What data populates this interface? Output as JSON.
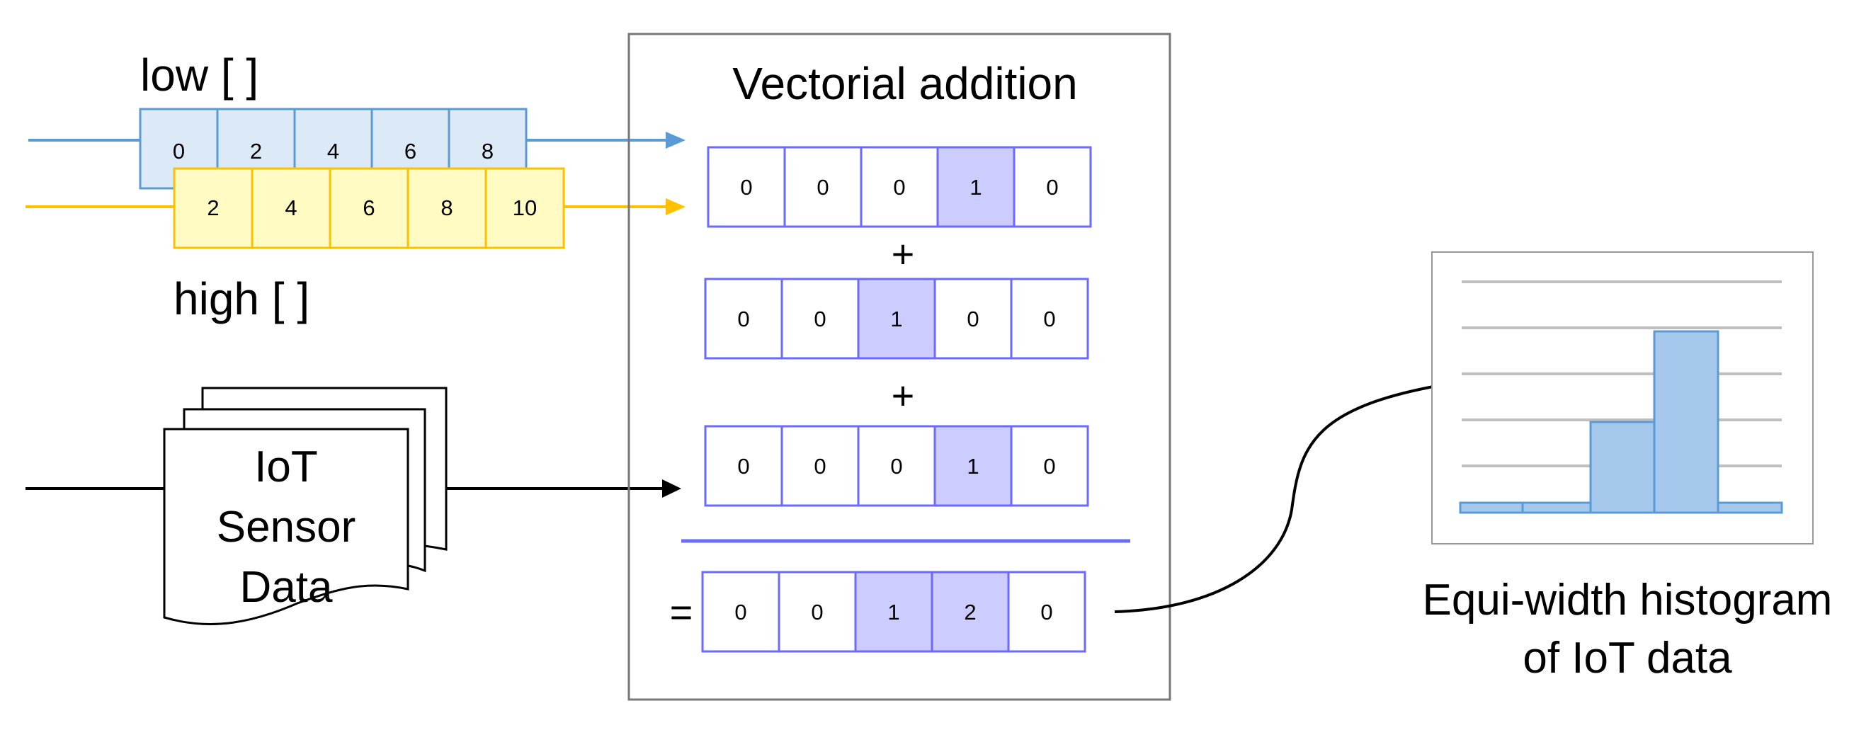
{
  "low": {
    "label": "low [ ]",
    "cells": [
      "0",
      "2",
      "4",
      "6",
      "8"
    ]
  },
  "high": {
    "label": "high [ ]",
    "cells": [
      "2",
      "4",
      "6",
      "8",
      "10"
    ]
  },
  "sensor": {
    "lines": [
      "IoT",
      "Sensor",
      "Data"
    ]
  },
  "addition": {
    "title": "Vectorial addition",
    "plus": "+",
    "equals": "=",
    "rows": [
      {
        "cells": [
          "0",
          "0",
          "0",
          "1",
          "0"
        ],
        "highlight": [
          3
        ]
      },
      {
        "cells": [
          "0",
          "0",
          "1",
          "0",
          "0"
        ],
        "highlight": [
          2
        ]
      },
      {
        "cells": [
          "0",
          "0",
          "0",
          "1",
          "0"
        ],
        "highlight": [
          3
        ]
      }
    ],
    "result": {
      "cells": [
        "0",
        "0",
        "1",
        "2",
        "0"
      ],
      "highlight": [
        2,
        3
      ]
    }
  },
  "histogram": {
    "caption": [
      "Equi-width histogram",
      "of IoT data"
    ],
    "bin_counts": [
      0,
      0,
      1,
      2,
      0
    ]
  },
  "colors": {
    "low_fill": "#dce9f7",
    "low_stroke": "#5b9bd5",
    "high_fill": "#fffbc2",
    "high_stroke": "#ffc000",
    "vector_stroke": "#6b6bff",
    "vector_highlight": "#ccccff",
    "bar_fill": "#a6c8ec",
    "bar_stroke": "#5b9bd5"
  }
}
